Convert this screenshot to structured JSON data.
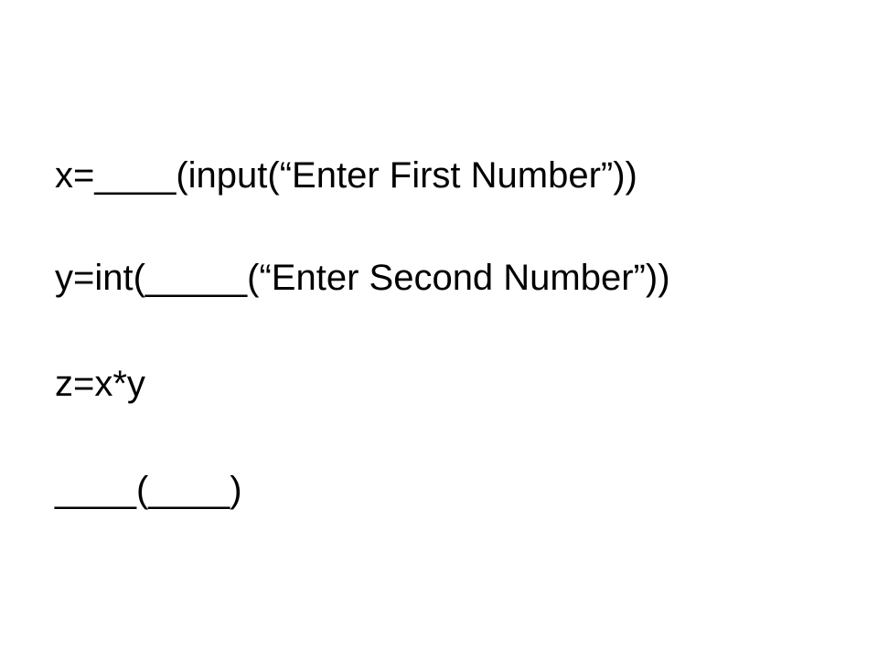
{
  "slide": {
    "lines": [
      "x=____(input(“Enter First Number”))",
      "y=int(_____(“Enter Second Number”))",
      "z=x*y",
      "____(____)"
    ]
  },
  "colors": {
    "background": "#ffffff",
    "text": "#000000"
  }
}
